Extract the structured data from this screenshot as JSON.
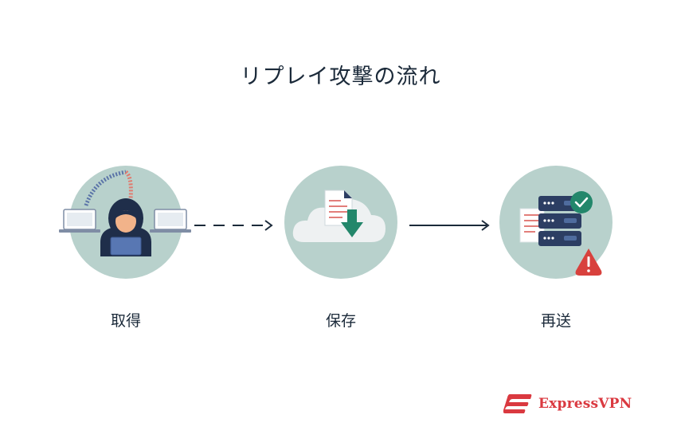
{
  "title": "リプレイ攻撃の流れ",
  "steps": [
    {
      "label": "取得"
    },
    {
      "label": "保存"
    },
    {
      "label": "再送"
    }
  ],
  "brand": {
    "name": "ExpressVPN",
    "color": "#da3940"
  },
  "colors": {
    "circle": "#b8d1cc",
    "navy": "#2c3e63",
    "green": "#23876b",
    "red": "#d8413d"
  },
  "icons": [
    "hacker-icon",
    "laptop-icon",
    "binary-arc-icon",
    "cloud-download-icon",
    "document-icon",
    "server-icon",
    "check-badge-icon",
    "warning-icon"
  ]
}
